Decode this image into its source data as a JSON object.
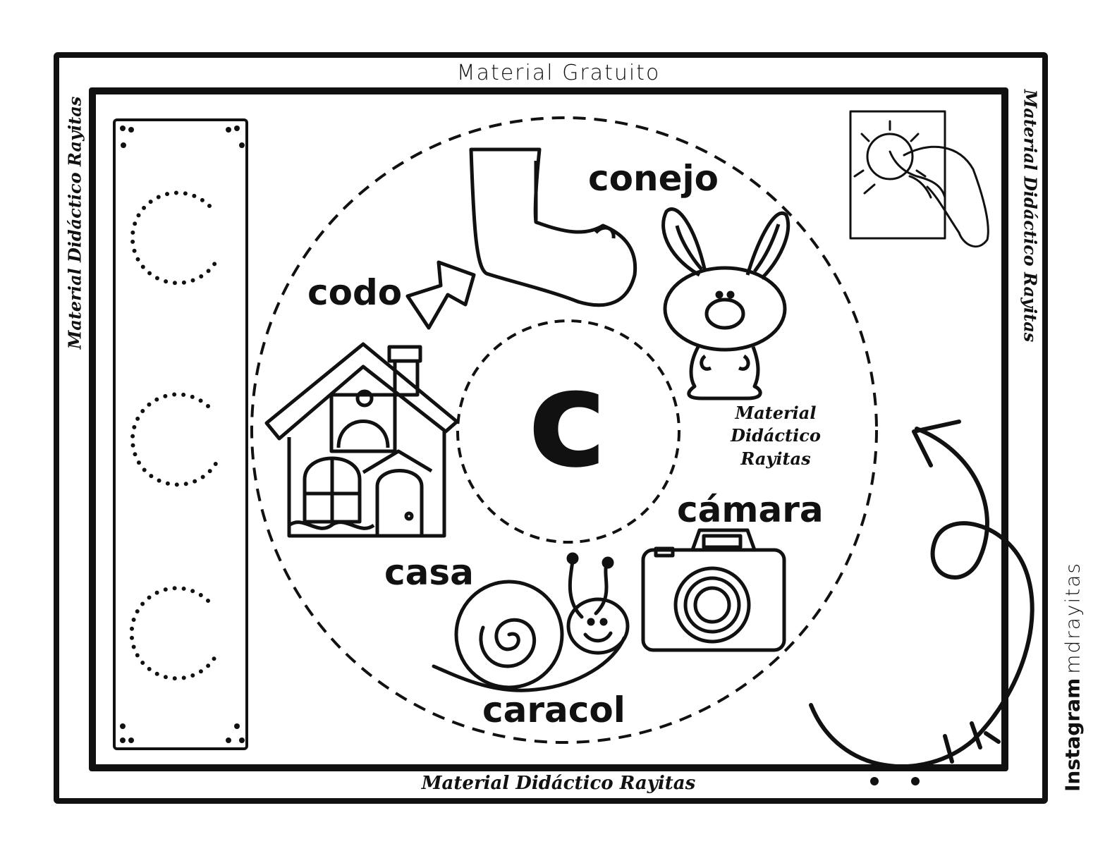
{
  "header": {
    "title": "Material Gratuito"
  },
  "credits": {
    "bottom": "Material Didáctico Rayitas",
    "left_side": "Material Didáctico Rayitas",
    "right_side": "Material Didáctico Rayitas",
    "center_watermark": [
      "Material",
      "Didáctico",
      "Rayitas"
    ]
  },
  "social": {
    "network": "Instagram",
    "handle": "mdrayitas"
  },
  "letter": "c",
  "words": {
    "conejo": "conejo",
    "codo": "codo",
    "camara": "cámara",
    "casa": "casa",
    "caracol": "caracol"
  },
  "icons": [
    "elbow-icon",
    "arrow-icon",
    "rabbit-icon",
    "house-icon",
    "snail-icon",
    "camera-icon",
    "touch-instruction-icon",
    "tracing-arrow-icon"
  ],
  "colors": {
    "ink": "#111111",
    "paper": "#ffffff"
  }
}
